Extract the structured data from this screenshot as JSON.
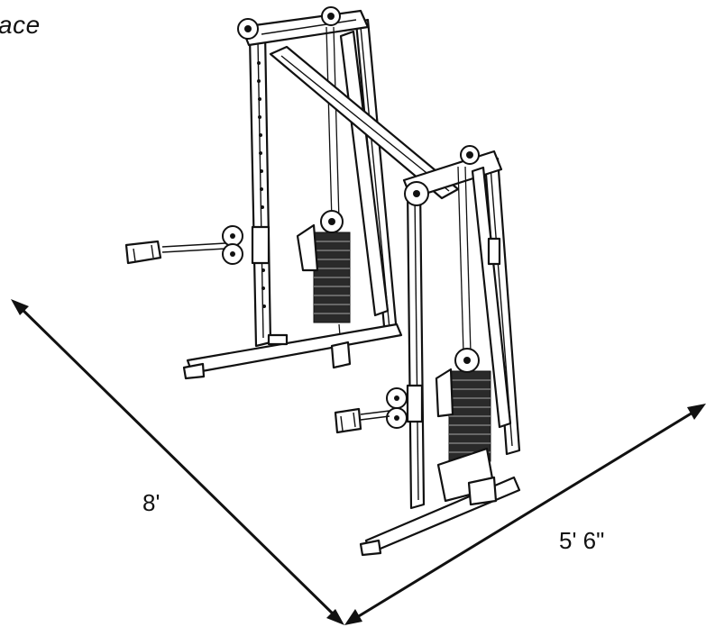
{
  "title": "ace",
  "dimensions": {
    "depth_label": "8'",
    "width_label": "5' 6\""
  }
}
